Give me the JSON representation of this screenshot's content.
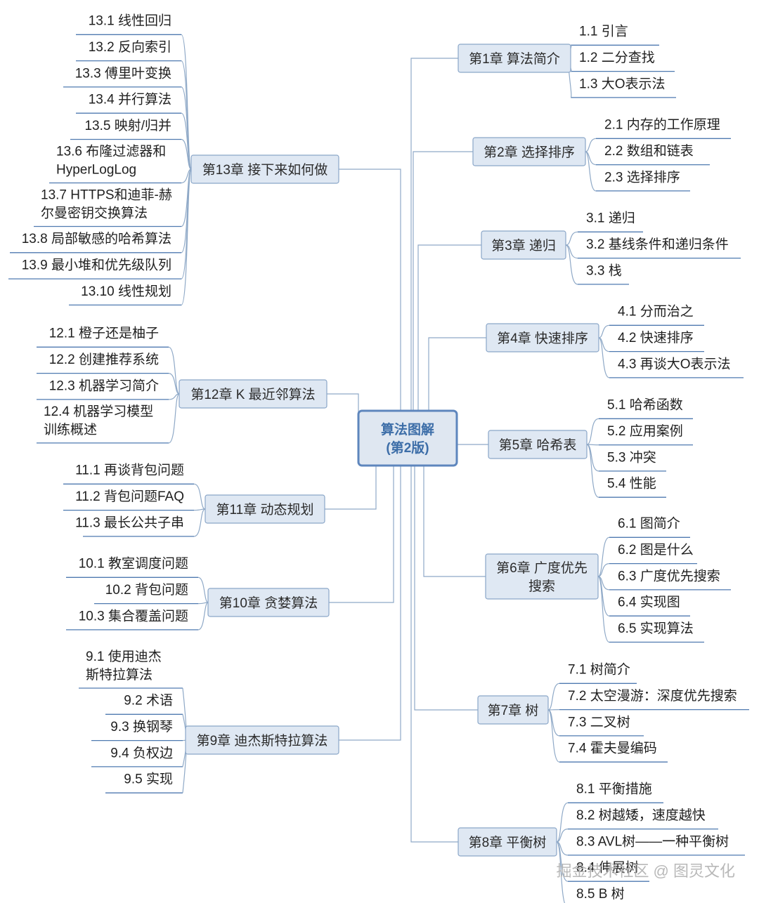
{
  "root": {
    "lines": [
      "算法图解",
      "(第2版)"
    ]
  },
  "watermark": "掘金技术社区 @ 图灵文化",
  "right_chapters": [
    {
      "label": [
        "第1章 算法简介"
      ],
      "items": [
        [
          "1.1 引言"
        ],
        [
          "1.2 二分查找"
        ],
        [
          "1.3 大O表示法"
        ]
      ]
    },
    {
      "label": [
        "第2章 选择排序"
      ],
      "items": [
        [
          "2.1 内存的工作原理"
        ],
        [
          "2.2 数组和链表"
        ],
        [
          "2.3 选择排序"
        ]
      ]
    },
    {
      "label": [
        "第3章 递归"
      ],
      "items": [
        [
          "3.1 递归"
        ],
        [
          "3.2 基线条件和递归条件"
        ],
        [
          "3.3 栈"
        ]
      ]
    },
    {
      "label": [
        "第4章 快速排序"
      ],
      "items": [
        [
          "4.1 分而治之"
        ],
        [
          "4.2 快速排序"
        ],
        [
          "4.3 再谈大O表示法"
        ]
      ]
    },
    {
      "label": [
        "第5章 哈希表"
      ],
      "items": [
        [
          "5.1 哈希函数"
        ],
        [
          "5.2 应用案例"
        ],
        [
          "5.3 冲突"
        ],
        [
          "5.4 性能"
        ]
      ]
    },
    {
      "label": [
        "第6章 广度优先",
        "搜索"
      ],
      "items": [
        [
          "6.1 图简介"
        ],
        [
          "6.2 图是什么"
        ],
        [
          "6.3 广度优先搜索"
        ],
        [
          "6.4 实现图"
        ],
        [
          "6.5 实现算法"
        ]
      ]
    },
    {
      "label": [
        "第7章 树"
      ],
      "items": [
        [
          "7.1 树简介"
        ],
        [
          "7.2 太空漫游：深度优先搜索"
        ],
        [
          "7.3 二叉树"
        ],
        [
          "7.4 霍夫曼编码"
        ]
      ]
    },
    {
      "label": [
        "第8章 平衡树"
      ],
      "items": [
        [
          "8.1 平衡措施"
        ],
        [
          "8.2 树越矮，速度越快"
        ],
        [
          "8.3 AVL树——一种平衡树"
        ],
        [
          "8.4 伸展树"
        ],
        [
          "8.5 B 树"
        ]
      ]
    }
  ],
  "left_chapters": [
    {
      "label": [
        "第13章 接下来如何做"
      ],
      "items": [
        [
          "13.1 线性回归"
        ],
        [
          "13.2 反向索引"
        ],
        [
          "13.3 傅里叶变换"
        ],
        [
          "13.4 并行算法"
        ],
        [
          "13.5 映射/归并"
        ],
        [
          "13.6 布隆过滤器和",
          "HyperLogLog"
        ],
        [
          "13.7 HTTPS和迪菲-赫",
          "尔曼密钥交换算法"
        ],
        [
          "13.8 局部敏感的哈希算法"
        ],
        [
          "13.9 最小堆和优先级队列"
        ],
        [
          "13.10 线性规划"
        ]
      ]
    },
    {
      "label": [
        "第12章 K 最近邻算法"
      ],
      "items": [
        [
          "12.1 橙子还是柚子"
        ],
        [
          "12.2 创建推荐系统"
        ],
        [
          "12.3 机器学习简介"
        ],
        [
          "12.4 机器学习模型",
          "训练概述"
        ]
      ]
    },
    {
      "label": [
        "第11章 动态规划"
      ],
      "items": [
        [
          "11.1 再谈背包问题"
        ],
        [
          "11.2 背包问题FAQ"
        ],
        [
          "11.3 最长公共子串"
        ]
      ]
    },
    {
      "label": [
        "第10章 贪婪算法"
      ],
      "items": [
        [
          "10.1 教室调度问题"
        ],
        [
          "10.2 背包问题"
        ],
        [
          "10.3 集合覆盖问题"
        ]
      ]
    },
    {
      "label": [
        "第9章 迪杰斯特拉算法"
      ],
      "items": [
        [
          "9.1 使用迪杰",
          "斯特拉算法"
        ],
        [
          "9.2 术语"
        ],
        [
          "9.3 换钢琴"
        ],
        [
          "9.4 负权边"
        ],
        [
          "9.5 实现"
        ]
      ]
    }
  ]
}
